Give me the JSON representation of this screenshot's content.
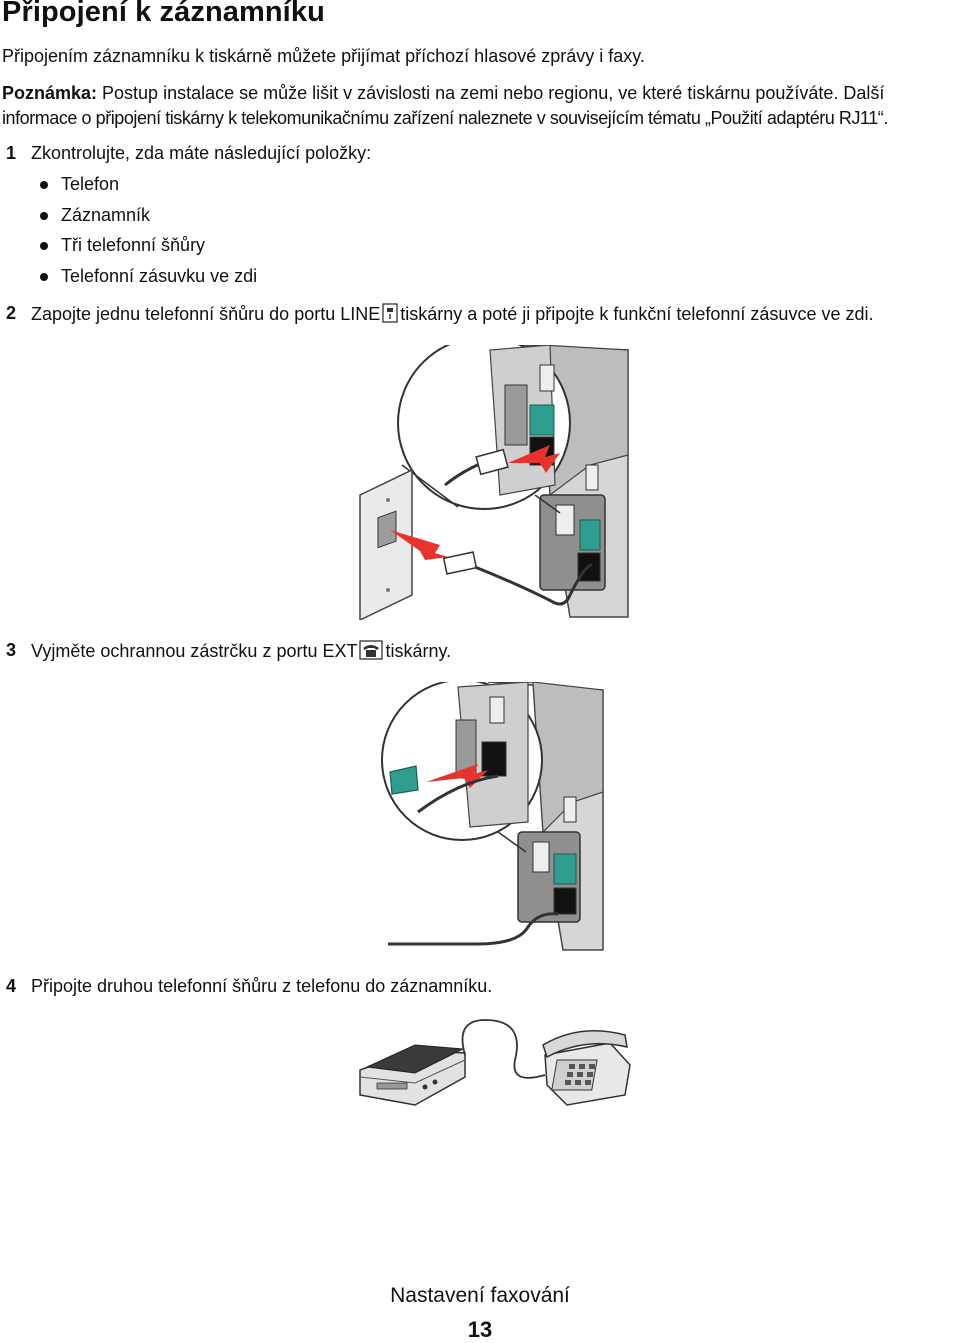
{
  "heading": "Připojení k záznamníku",
  "intro": "Připojením záznamníku k tiskárně můžete přijímat příchozí hlasové zprávy i faxy.",
  "note": {
    "label": "Poznámka:",
    "line1_rest": " Postup instalace se může lišit v závislosti na zemi nebo regionu, ve které tiskárnu používáte. Další",
    "line2": "informace o připojení tiskárny k telekomunikačnímu zařízení naleznete v souvisejícím tématu „Použití adaptéru RJ11“."
  },
  "steps": [
    {
      "number": "1",
      "text": "Zkontrolujte, zda máte následující položky:",
      "items": [
        "Telefon",
        "Záznamník",
        "Tři telefonní šňůry",
        "Telefonní zásuvku ve zdi"
      ]
    },
    {
      "number": "2",
      "text_before": "Zapojte jednu telefonní šňůru do portu LINE",
      "icon": "line-port-icon",
      "text_after": "tiskárny a poté ji připojte k funkční telefonní zásuvce ve zdi."
    },
    {
      "number": "3",
      "text_before": "Vyjměte ochrannou zástrčku z portu EXT",
      "icon": "ext-phone-port-icon",
      "text_after": "tiskárny."
    },
    {
      "number": "4",
      "text": "Připojte druhou telefonní šňůru z telefonu do záznamníku."
    }
  ],
  "footer": {
    "section": "Nastavení faxování",
    "page_number": "13"
  },
  "colors": {
    "text": "#111111",
    "arrow_red": "#e8322e",
    "port_teal": "#2f9e8f",
    "printer_gray": "#c9c9c9"
  }
}
